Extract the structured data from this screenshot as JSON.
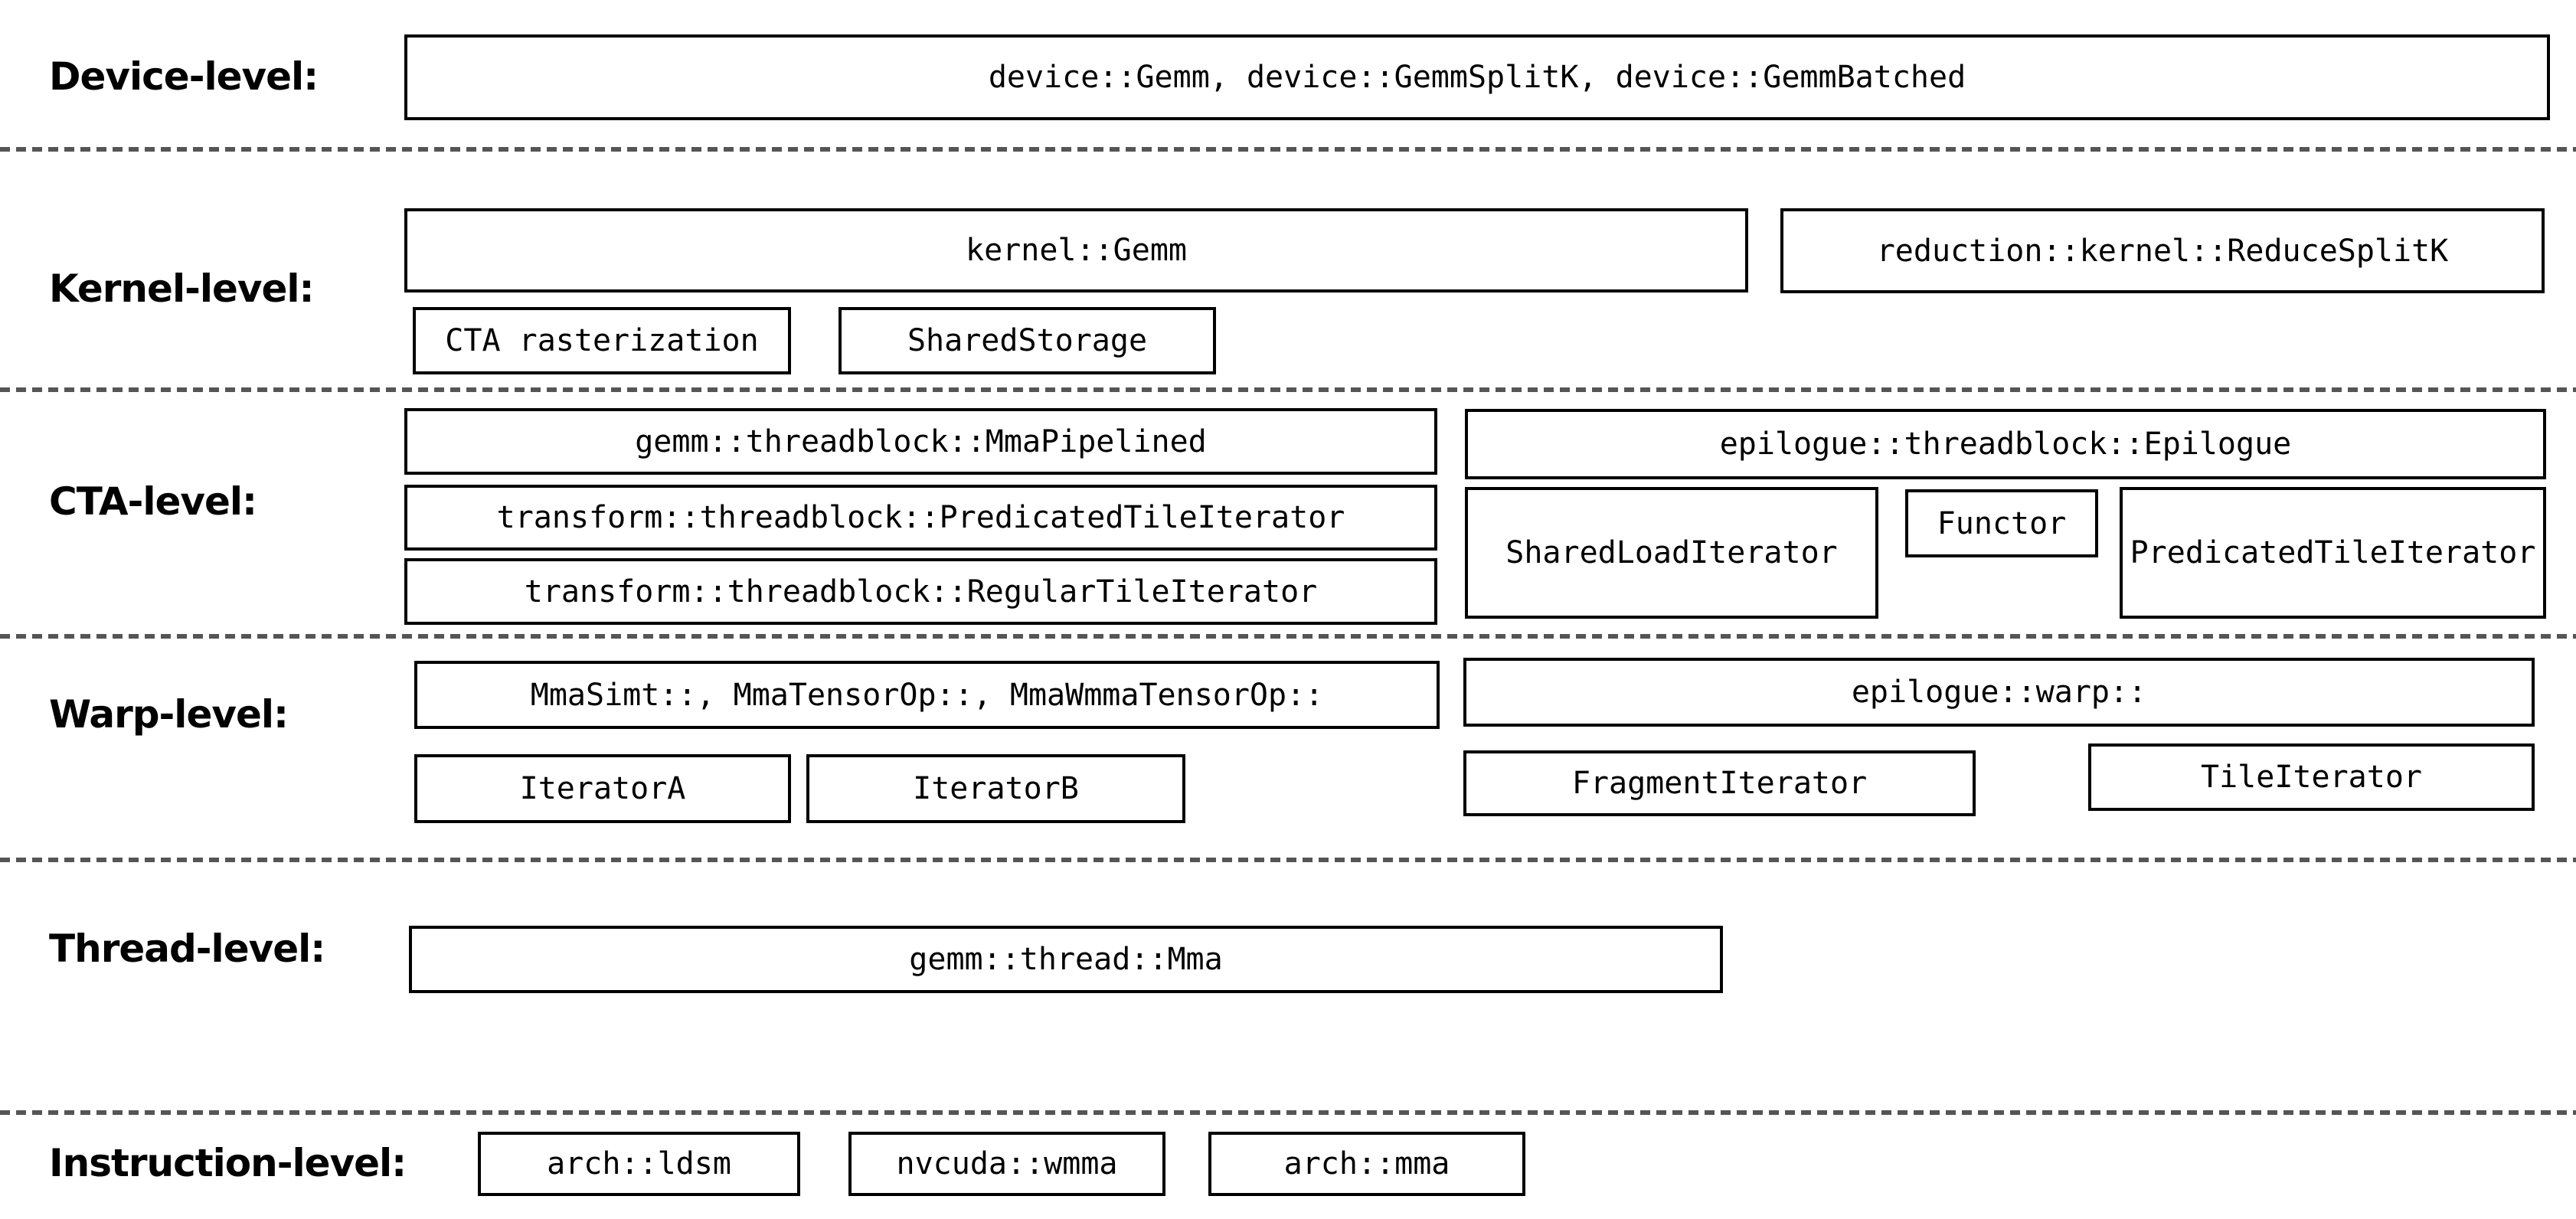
{
  "levels": {
    "device": {
      "label": "Device-level:",
      "main_box": "device::Gemm, device::GemmSplitK, device::GemmBatched"
    },
    "kernel": {
      "label": "Kernel-level:",
      "gemm_box": "kernel::Gemm",
      "reduce_splitk_box": "reduction::kernel::ReduceSplitK",
      "cta_rasterization_box": "CTA rasterization",
      "shared_storage_box": "SharedStorage"
    },
    "cta": {
      "label": "CTA-level:",
      "mma_pipelined_box": "gemm::threadblock::MmaPipelined",
      "predicated_tile_iterator_box": "transform::threadblock::PredicatedTileIterator",
      "regular_tile_iterator_box": "transform::threadblock::RegularTileIterator",
      "epilogue_box": "epilogue::threadblock::Epilogue",
      "shared_load_iterator_box": "SharedLoadIterator",
      "functor_box": "Functor",
      "epilogue_predicated_tile_iterator_box": "PredicatedTileIterator"
    },
    "warp": {
      "label": "Warp-level:",
      "mma_box": "MmaSimt::, MmaTensorOp::, MmaWmmaTensorOp::",
      "iterator_a_box": "IteratorA",
      "iterator_b_box": "IteratorB",
      "epilogue_box": "epilogue::warp::",
      "fragment_iterator_box": "FragmentIterator",
      "tile_iterator_box": "TileIterator"
    },
    "thread": {
      "label": "Thread-level:",
      "mma_box": "gemm::thread::Mma"
    },
    "instruction": {
      "label": "Instruction-level:",
      "ldsm_box": "arch::ldsm",
      "wmma_box": "nvcuda::wmma",
      "mma_box": "arch::mma"
    }
  },
  "colors": {
    "background": "#ffffff",
    "box_border": "#000000",
    "text": "#000000",
    "separator": "#555555"
  }
}
